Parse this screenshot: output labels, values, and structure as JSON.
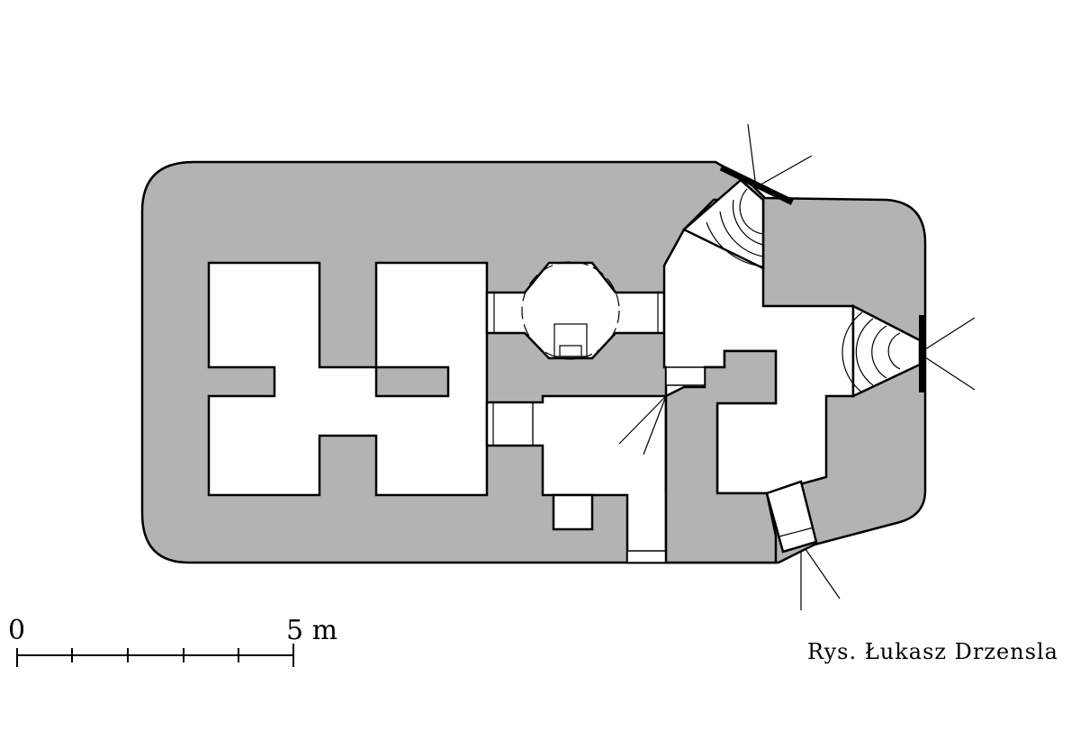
{
  "scale_bar": {
    "start_label": "0",
    "end_label": "5 m"
  },
  "credit": "Rys. Łukasz Drzensla",
  "colors": {
    "wall_fill": "#b3b3b3",
    "room_fill": "#ffffff",
    "line": "#000000"
  }
}
